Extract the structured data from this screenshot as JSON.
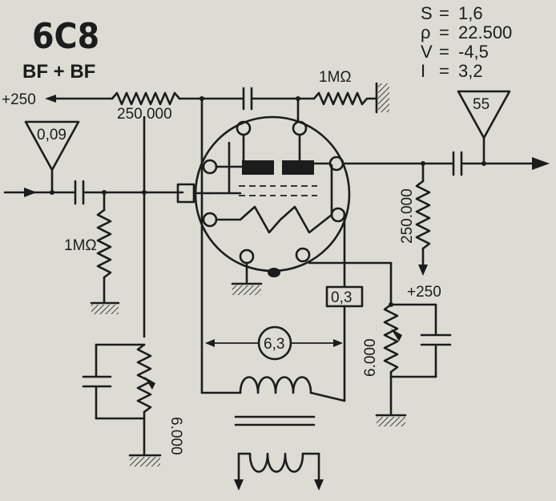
{
  "tube": {
    "name": "6C8",
    "function": "BF + BF"
  },
  "params": [
    {
      "key": "S",
      "value": "1,6"
    },
    {
      "key": "ρ",
      "value": "22.500"
    },
    {
      "key": "V",
      "value": "-4,5"
    },
    {
      "key": "I",
      "value": "3,2"
    }
  ],
  "labels": {
    "supply_left": "+250",
    "anode_resistor": "250.000",
    "top_resistor": "1MΩ",
    "input_gain": "0,09",
    "grid_resistor": "1MΩ",
    "output_gain": "55",
    "load_resistor": "250.000",
    "supply_right": "+250",
    "heater_current": "0,3",
    "heater_voltage": "6,3",
    "cathode_resistor_left": "6.000",
    "cathode_resistor_right": "6.000"
  }
}
